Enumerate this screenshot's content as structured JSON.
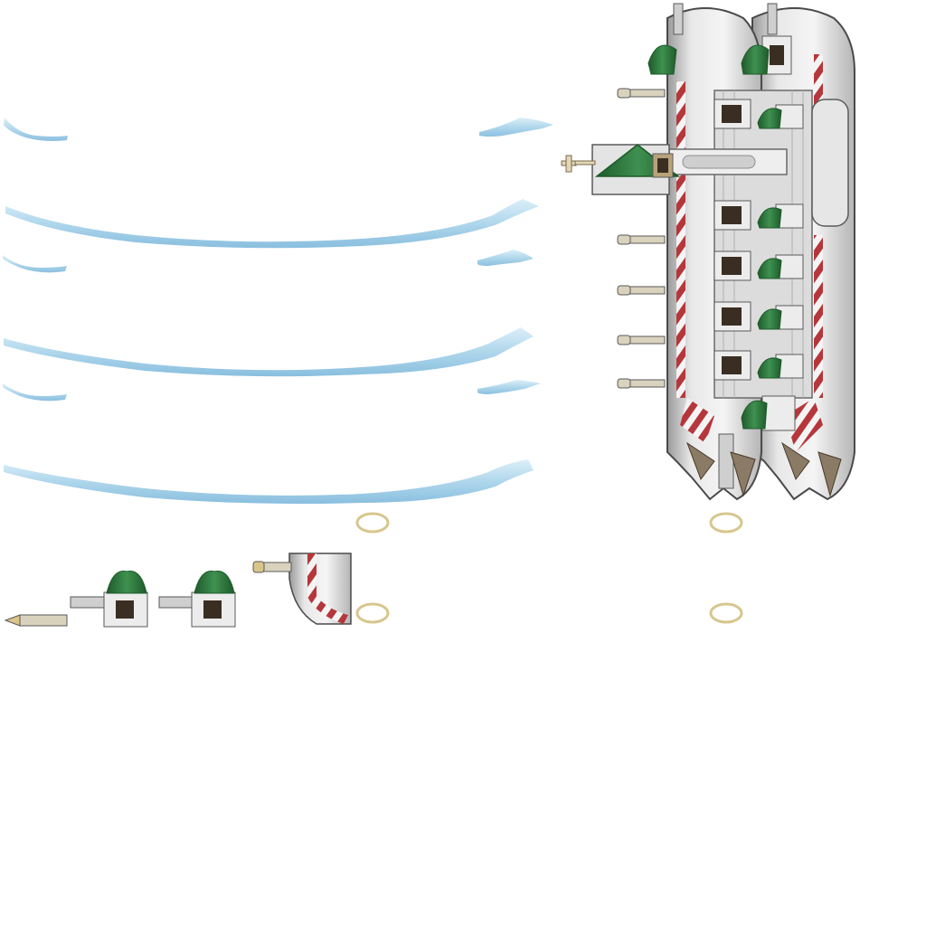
{
  "sprite_sheet": {
    "background": "#ffffff",
    "colors": {
      "water_light": "#cde9f6",
      "water_mid": "#a8d3ea",
      "water_dark": "#7fb9dc",
      "hull_light": "#f1f1f1",
      "hull_mid": "#cfcfcf",
      "hull_dark": "#8d8d8d",
      "outline": "#4a4a4a",
      "stripe_red": "#b5373b",
      "roof_green": "#2f7a3e",
      "roof_green_dark": "#1e5a2b",
      "wood_brown": "#7a5a3a",
      "gold": "#d9c48a",
      "window_dark": "#3a2e22",
      "halo": "#d8c68e"
    },
    "sprites": [
      {
        "name": "wake-trail-small",
        "count": 6
      },
      {
        "name": "wake-trail-long",
        "count": 3
      },
      {
        "name": "battleship-cathedral",
        "count": 1
      },
      {
        "name": "cannon-barrel",
        "count": 1
      },
      {
        "name": "domed-turret",
        "count": 2
      },
      {
        "name": "hull-corner-piece",
        "count": 1
      },
      {
        "name": "halo-ring",
        "count": 4
      }
    ]
  }
}
